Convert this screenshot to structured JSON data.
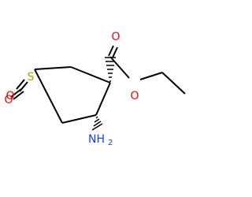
{
  "structure": {
    "atoms": {
      "ring_sulfur": {
        "symbol": "S"
      },
      "sulfonyl_oxygen_top": {
        "symbol": "O"
      },
      "sulfonyl_oxygen_bottom": {
        "symbol": "O"
      },
      "carbonyl_oxygen": {
        "symbol": "O"
      },
      "ester_oxygen": {
        "symbol": "O"
      },
      "amino_nitrogen": {
        "symbol": "NH",
        "subscript": "2"
      }
    },
    "colors": {
      "sulfur": "#b8a100",
      "oxygen": "#ff0000",
      "nitrogen": "#1a3cff",
      "bond": "#000000"
    }
  }
}
